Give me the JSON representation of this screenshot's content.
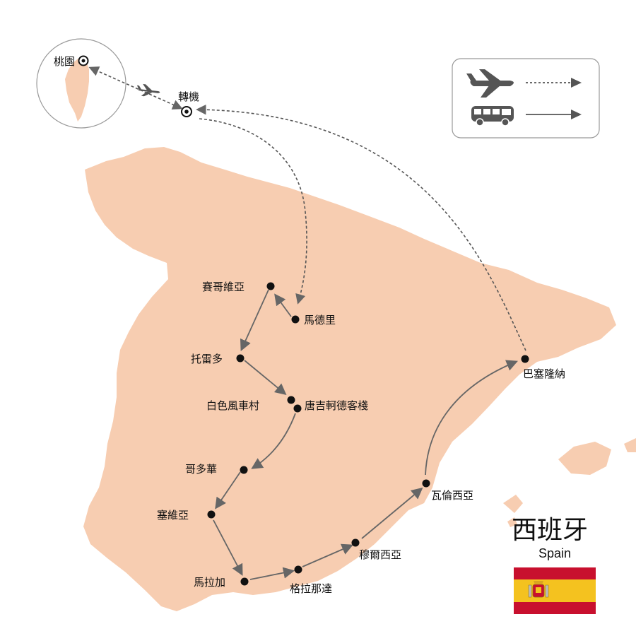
{
  "country": {
    "name_zh": "西班牙",
    "name_en": "Spain"
  },
  "origin": {
    "label": "桃園"
  },
  "transfer": {
    "label": "轉機"
  },
  "legend": {
    "flight_icon": "airplane-icon",
    "bus_icon": "bus-icon",
    "flight_line": "dashed",
    "bus_line": "solid"
  },
  "cities": [
    {
      "id": "madrid",
      "label": "馬德里"
    },
    {
      "id": "segovia",
      "label": "賽哥維亞"
    },
    {
      "id": "toledo",
      "label": "托雷多"
    },
    {
      "id": "windmills",
      "label": "白色風車村"
    },
    {
      "id": "donquixote",
      "label": "唐吉軻德客棧"
    },
    {
      "id": "cordoba",
      "label": "哥多華"
    },
    {
      "id": "seville",
      "label": "塞維亞"
    },
    {
      "id": "malaga",
      "label": "馬拉加"
    },
    {
      "id": "granada",
      "label": "格拉那達"
    },
    {
      "id": "murcia",
      "label": "穆爾西亞"
    },
    {
      "id": "valencia",
      "label": "瓦倫西亞"
    },
    {
      "id": "barcelona",
      "label": "巴塞隆納"
    }
  ],
  "colors": {
    "land": "#f7cdb1",
    "route": "#666666",
    "dot": "#111111",
    "flag_red": "#c8102e",
    "flag_yellow": "#f4c21f"
  }
}
